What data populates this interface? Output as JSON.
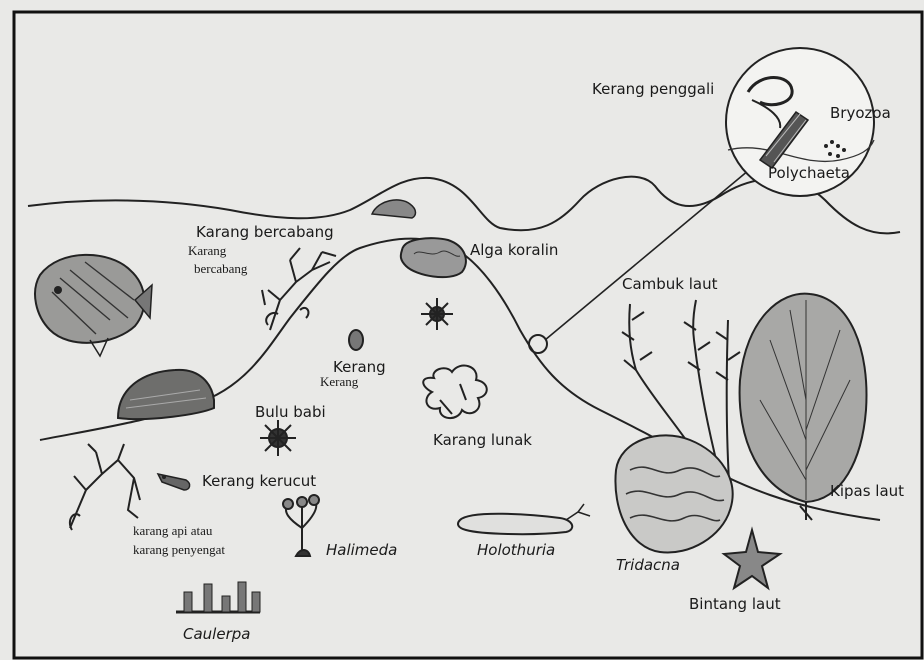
{
  "labels": {
    "kerang_penggali": "Kerang penggali",
    "bryozoa": "Bryozoa",
    "polychaeta": "Polychaeta",
    "karang_bercabang_main": "Karang bercabang",
    "karang_bercabang_alt_1": "Karang",
    "karang_bercabang_alt_2": "bercabang",
    "alga_koralin": "Alga koralin",
    "cambuk_laut": "Cambuk laut",
    "kerang_main": "Kerang",
    "kerang_alt": "Kerang",
    "bulu_babi": "Bulu babi",
    "karang_lunak": "Karang lunak",
    "kerang_kerucut": "Kerang kerucut",
    "karang_api_1": "karang api atau",
    "karang_api_2": "karang penyengat",
    "halimeda": "Halimeda",
    "holothuria": "Holothuria",
    "tridacna": "Tridacna",
    "kipas_laut": "Kipas laut",
    "bintang_laut": "Bintang laut",
    "caulerpa": "Caulerpa"
  },
  "colors": {
    "paper": "#e9e9e7",
    "ink": "#1a1a1a",
    "frame": "#111111"
  }
}
